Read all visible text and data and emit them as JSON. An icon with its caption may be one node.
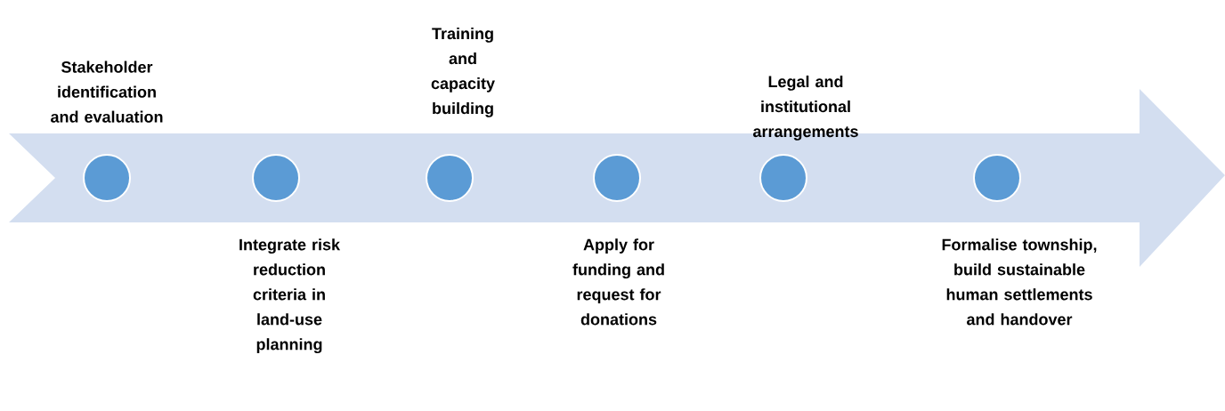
{
  "diagram": {
    "nodes": [
      {
        "text": [],
        "shape": "arrow"
      },
      {
        "text": [],
        "shape": "circle",
        "in": 0,
        "beside": [
          "Stakeholder identification and evaluation"
        ]
      },
      {
        "text": [],
        "shape": "circle",
        "in": 0,
        "beside": [
          "Integrate risk reduction criteria in land-use planning"
        ]
      },
      {
        "text": [],
        "shape": "circle",
        "in": 0,
        "beside": [
          "Training and capacity building"
        ]
      },
      {
        "text": [],
        "shape": "circle",
        "in": 0,
        "beside": [
          "Apply for funding and request for donations"
        ]
      },
      {
        "text": [],
        "shape": "circle",
        "in": 0,
        "beside": [
          "Legal and institutional arrangements"
        ]
      },
      {
        "text": [],
        "shape": "circle",
        "in": 0,
        "beside": [
          "Formalise township, build sustainable human settlements and handover"
        ]
      }
    ]
  }
}
